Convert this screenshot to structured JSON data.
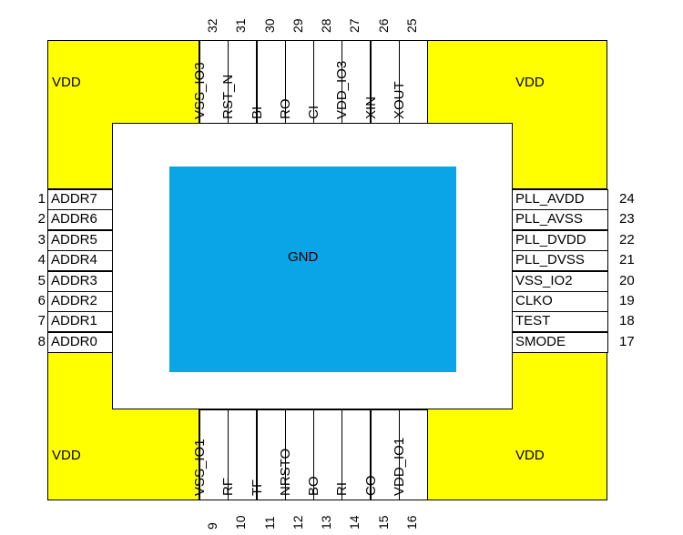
{
  "chip": {
    "center_label": "GND",
    "corner_label": "VDD",
    "colors": {
      "vdd": "#ffff00",
      "gnd": "#0aa5e6",
      "pin": "#ffffff"
    }
  },
  "pins_left": [
    {
      "num": "1",
      "name": "ADDR7"
    },
    {
      "num": "2",
      "name": "ADDR6"
    },
    {
      "num": "3",
      "name": "ADDR5"
    },
    {
      "num": "4",
      "name": "ADDR4"
    },
    {
      "num": "5",
      "name": "ADDR3"
    },
    {
      "num": "6",
      "name": "ADDR2"
    },
    {
      "num": "7",
      "name": "ADDR1"
    },
    {
      "num": "8",
      "name": "ADDR0"
    }
  ],
  "pins_right": [
    {
      "num": "24",
      "name": "PLL_AVDD"
    },
    {
      "num": "23",
      "name": "PLL_AVSS"
    },
    {
      "num": "22",
      "name": "PLL_DVDD"
    },
    {
      "num": "21",
      "name": "PLL_DVSS"
    },
    {
      "num": "20",
      "name": "VSS_IO2"
    },
    {
      "num": "19",
      "name": "CLKO"
    },
    {
      "num": "18",
      "name": "TEST"
    },
    {
      "num": "17",
      "name": "SMODE"
    }
  ],
  "pins_top": [
    {
      "num": "32",
      "name": "VSS_IO3"
    },
    {
      "num": "31",
      "name": "RST_N"
    },
    {
      "num": "30",
      "name": "BI"
    },
    {
      "num": "29",
      "name": "RO"
    },
    {
      "num": "28",
      "name": "CI"
    },
    {
      "num": "27",
      "name": "VDD_IO3"
    },
    {
      "num": "26",
      "name": "XIN"
    },
    {
      "num": "25",
      "name": "XOUT"
    }
  ],
  "pins_bottom": [
    {
      "num": "9",
      "name": "VSS_IO1"
    },
    {
      "num": "10",
      "name": "RF"
    },
    {
      "num": "11",
      "name": "TF"
    },
    {
      "num": "12",
      "name": "NRSTO"
    },
    {
      "num": "13",
      "name": "BO"
    },
    {
      "num": "14",
      "name": "RI"
    },
    {
      "num": "15",
      "name": "CO"
    },
    {
      "num": "16",
      "name": "VDD_IO1"
    }
  ]
}
